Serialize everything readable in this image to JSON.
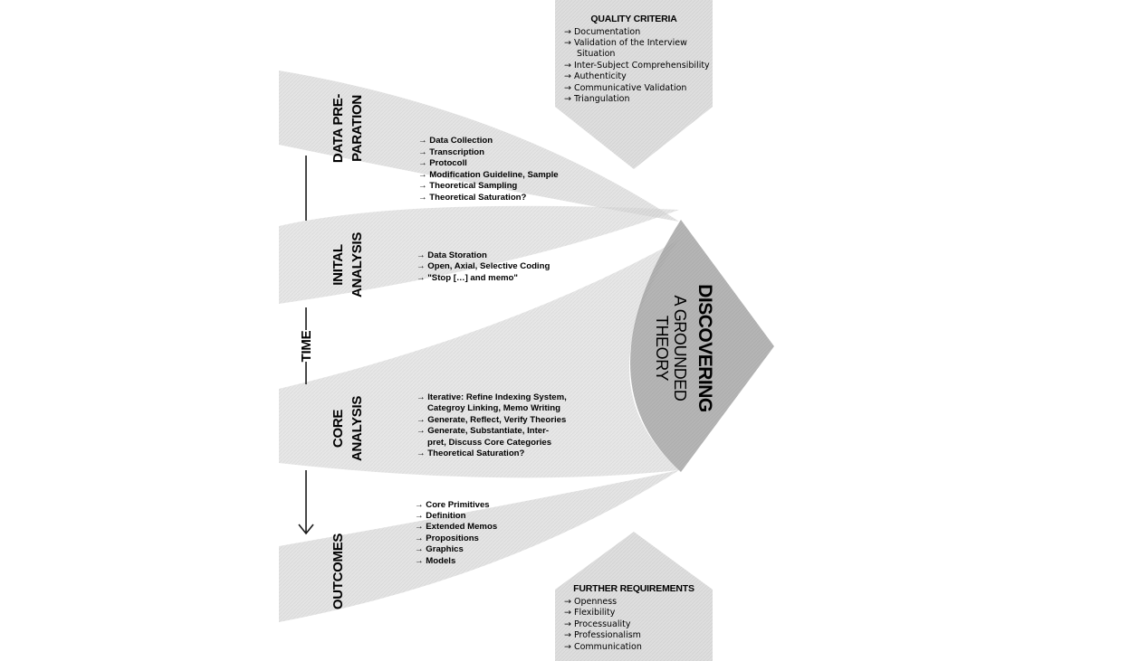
{
  "quality_criteria": {
    "title": "QUALITY CRITERIA",
    "items": [
      "→ Documentation",
      "→ Validation of the Interview",
      "Situation",
      "→ Inter-Subject Comprehensibility",
      "→ Authenticity",
      "→ Communicative Validation",
      "→ Triangulation"
    ]
  },
  "further_requirements": {
    "title": "FURTHER REQUIREMENTS",
    "items": [
      "→ Openness",
      "→ Flexibility",
      "→ Processuality",
      "→ Professionalism",
      "→ Communication"
    ]
  },
  "phases": {
    "data_preparation": {
      "label_lines": [
        "DATA PRE-",
        "PARATION"
      ],
      "items": [
        "→ Data Collection",
        "→ Transcription",
        "→ Protocoll",
        "→ Modification Guideline, Sample",
        "→ Theoretical Sampling",
        "→ Theoretical Saturation?"
      ]
    },
    "initial_analysis": {
      "label_lines": [
        "INITAL",
        "ANALYSIS"
      ],
      "items": [
        "→ Data Storation",
        "→ Open, Axial, Selective Coding",
        "→ \"Stop […] and memo\""
      ]
    },
    "core_analysis": {
      "label_lines": [
        "CORE",
        "ANALYSIS"
      ],
      "items": [
        "→ Iterative: Refine Indexing System,",
        "Categroy Linking, Memo Writing",
        "→ Generate, Reflect, Verify Theories",
        "→ Generate, Substantiate, Inter-",
        "pret, Discuss Core Categories",
        "→ Theoretical Saturation?"
      ]
    },
    "outcomes": {
      "label_lines": [
        "OUTCOMES"
      ],
      "items": [
        "→ Core Primitives",
        "→ Definition",
        "→ Extended Memos",
        "→ Propositions",
        "→ Graphics",
        "→ Models"
      ]
    }
  },
  "time_axis": {
    "label": "TIME"
  },
  "goal": {
    "title": "DISCOVERING",
    "subtitle_lines": [
      "A GROUNDED",
      "THEORY"
    ]
  },
  "colors": {
    "band": "#d9d9d9",
    "box": "#dedede",
    "pentagon": "#a8a8a8",
    "text": "#1a1a1a"
  }
}
